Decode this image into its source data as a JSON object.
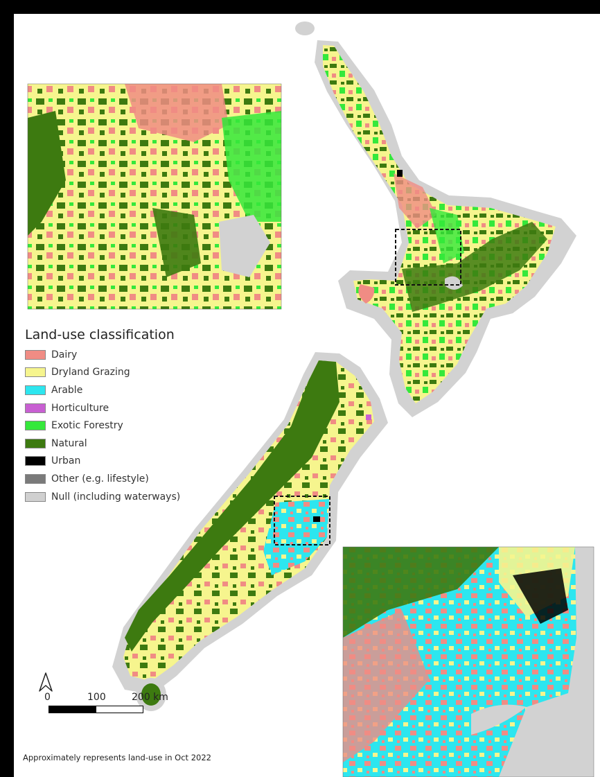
{
  "legend": {
    "title": "Land-use classification",
    "items": [
      {
        "label": "Dairy",
        "color": "#f08c84"
      },
      {
        "label": "Dryland Grazing",
        "color": "#f6f58e"
      },
      {
        "label": "Arable",
        "color": "#2de6ef"
      },
      {
        "label": "Horticulture",
        "color": "#c85fd2"
      },
      {
        "label": "Exotic Forestry",
        "color": "#35e83b"
      },
      {
        "label": "Natural",
        "color": "#3d7a10"
      },
      {
        "label": "Urban",
        "color": "#000000"
      },
      {
        "label": "Other (e.g. lifestyle)",
        "color": "#7a7a7a"
      },
      {
        "label": "Null (including waterways)",
        "color": "#d0d0d0"
      }
    ]
  },
  "scale": {
    "labels": [
      "0",
      "100",
      "200 km"
    ]
  },
  "north_arrow": {
    "icon": "north-arrow-icon"
  },
  "caption": "Approximately represents land-use in Oct 2022",
  "colors": {
    "buffer": "#d2d2d2",
    "inset_frame": "#111111"
  }
}
